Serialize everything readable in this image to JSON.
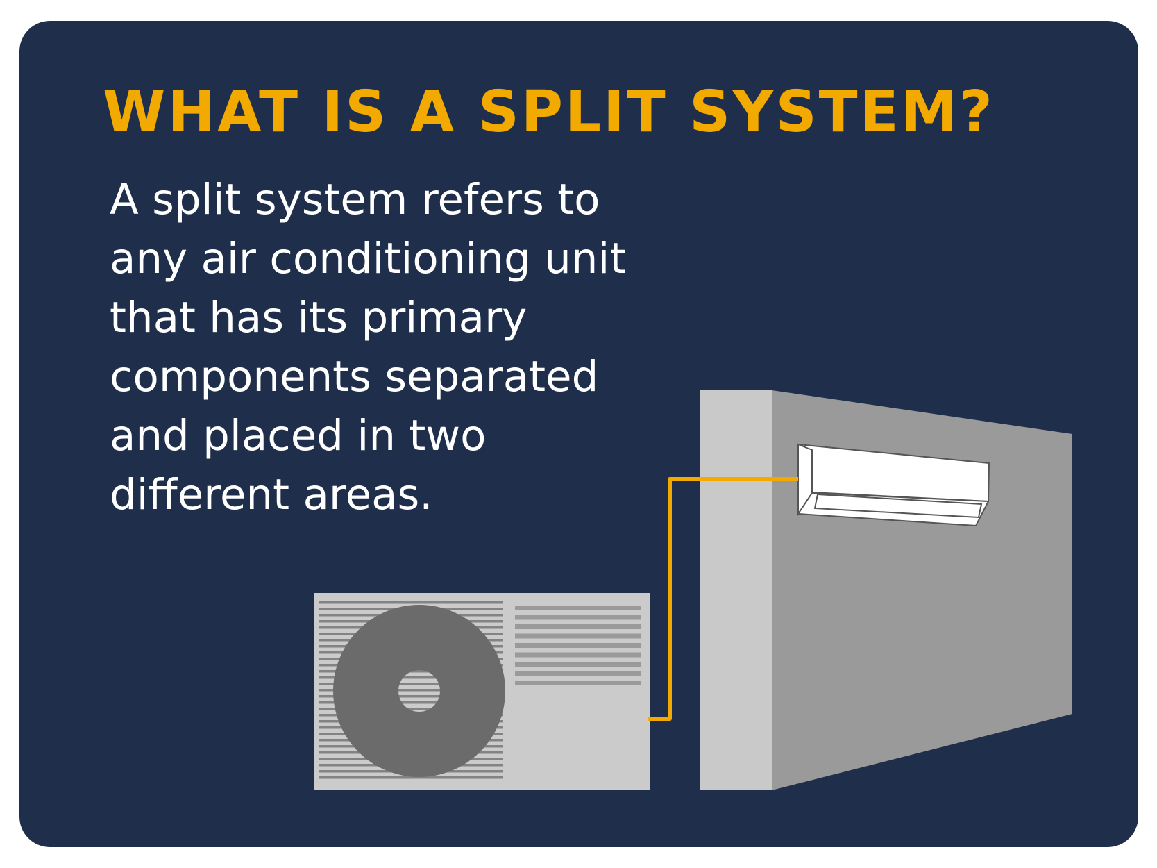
{
  "colors": {
    "background": "#1f2f4b",
    "accent": "#f2a900",
    "text": "#ffffff",
    "wall_front": "#c9c9c9",
    "wall_side": "#9a9a9a",
    "unit_body": "#cbcbcb",
    "fan": "#6b6b6b",
    "indoor_unit": "#ffffff",
    "outline": "#555555"
  },
  "title": "WHAT IS A SPLIT SYSTEM?",
  "description_lines": [
    "A split system refers to",
    "any air conditioning unit",
    "that has its primary",
    "components separated",
    "and placed in two",
    "different areas."
  ],
  "illustration": {
    "indoor_unit": "wall-mounted-indoor-unit",
    "outdoor_unit": "outdoor-condenser-unit",
    "connection": "refrigerant-line",
    "wall": "building-wall"
  }
}
